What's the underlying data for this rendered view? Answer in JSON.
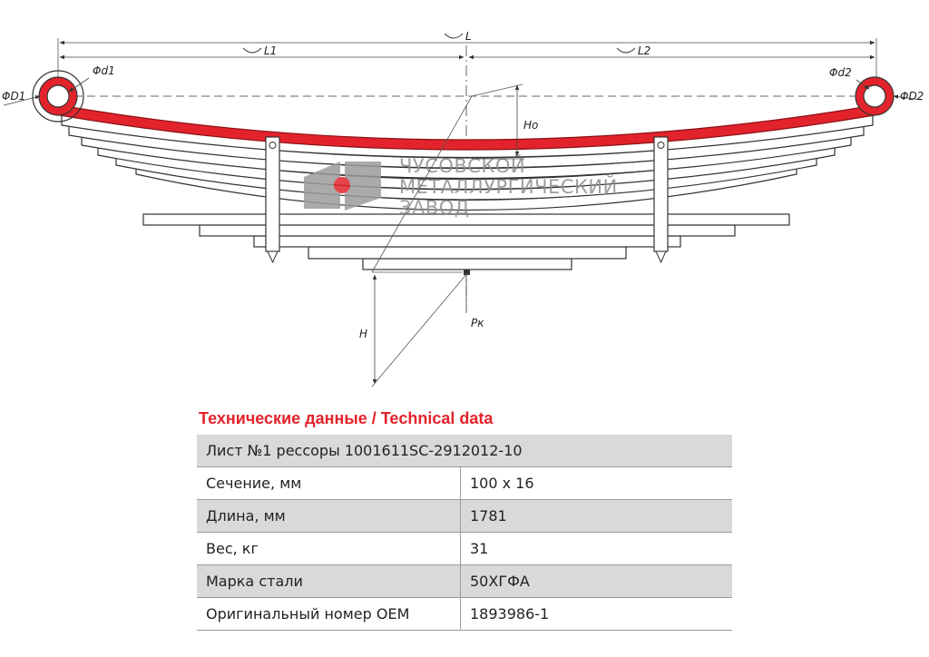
{
  "drawing": {
    "dimensions": {
      "overall_length": "L",
      "length_left": "L1",
      "length_right": "L2",
      "eye_inner_left": "Φd1",
      "eye_outer_left": "ΦD1",
      "eye_inner_right": "Φd2",
      "eye_outer_right": "ΦD2",
      "arc_height": "Ho",
      "height": "H",
      "load": "Pк"
    },
    "watermark": {
      "line1": "ЧУСОВСКОЙ",
      "line2": "МЕТАЛЛУРГИЧЕСКИЙ",
      "line3": "ЗАВОД"
    },
    "colors": {
      "highlight": "#e3232b",
      "steel": "#ffffff",
      "outline": "#333333"
    }
  },
  "tech": {
    "heading": "Технические данные / Technical data",
    "title": "Лист №1 рессоры 1001611SC-2912012-10",
    "rows": [
      {
        "label": "Сечение, мм",
        "value": "100 х 16"
      },
      {
        "label": "Длина, мм",
        "value": "1781"
      },
      {
        "label": "Вес, кг",
        "value": "31"
      },
      {
        "label": "Марка стали",
        "value": "50ХГФА"
      },
      {
        "label": "Оригинальный номер OEM",
        "value": "1893986-1"
      }
    ]
  }
}
